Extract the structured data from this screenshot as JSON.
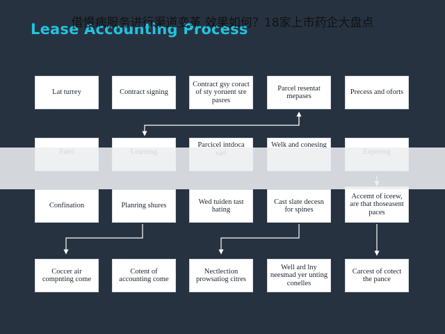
{
  "title": "Lease Accounting Process",
  "rows": [
    [
      "Lat turrey",
      "Contract signing",
      "Contract gsy coract of sty yoruent sre pasres",
      "Parcel resentat mepases",
      "Precess and oforts"
    ],
    [
      "Fatel",
      "Learning",
      "Parcicel intdoca sarl",
      "Welk and conesing",
      "Exporing"
    ],
    [
      "Confination",
      "Planring shures",
      "Wed tuiden tast hating",
      "Cast slate decesn for spines",
      "Accemt of iceew, are that thoseasent paces"
    ],
    [
      "Coccer air compnting come",
      "Cotent of accounting come",
      "Nectlection prowsatiog citres",
      "Well ard lny neesmad yer unting conelles",
      "Carcest of cotect the pance"
    ]
  ],
  "banner": {
    "text": "借慢病服务进行渠道变革 效果如何？18家上市药企大盘点"
  },
  "colors": {
    "background": "#273241",
    "title": "#22c3df",
    "box": "#ffffff",
    "connector": "#ffffff"
  }
}
